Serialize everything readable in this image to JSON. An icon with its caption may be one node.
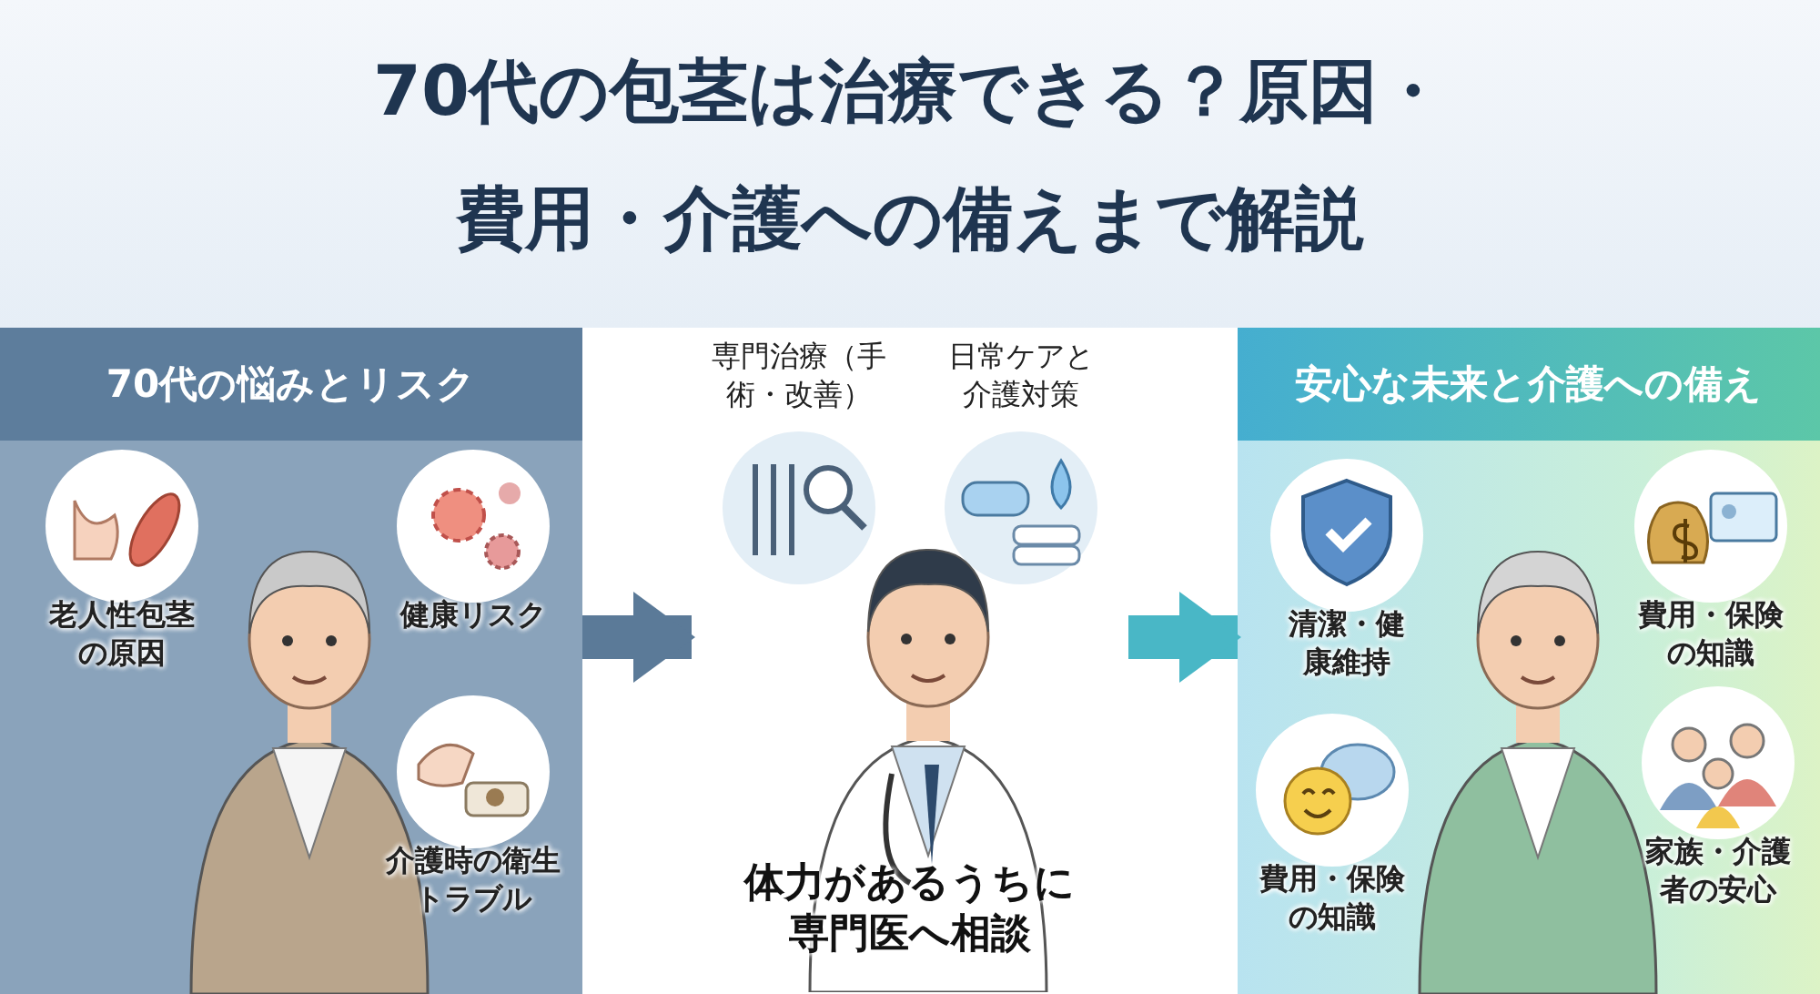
{
  "diagram": {
    "title": "70代の包茎は治療できる？原因・費用・介護への備えまで解説",
    "nodes": [
      {
        "text": [
          "70代の悩みとリスク"
        ]
      },
      {
        "text": [
          "老人性包茎の原因"
        ],
        "in": 0
      },
      {
        "text": [
          "健康リスク"
        ],
        "in": 0
      },
      {
        "text": [
          "介護時の衛生トラブル"
        ],
        "in": 0
      },
      {
        "text": [
          "体力があるうちに専門医へ相談"
        ]
      },
      {
        "text": [
          "専門治療（手術・改善）"
        ],
        "in": 4
      },
      {
        "text": [
          "日常ケアと介護対策"
        ],
        "in": 4
      },
      {
        "text": [
          "安心な未来と介護への備え"
        ]
      },
      {
        "text": [
          "清潔・健康維持"
        ],
        "in": 7
      },
      {
        "text": [
          "費用・保険の知識"
        ],
        "in": 7
      },
      {
        "text": [
          "費用・保険の知識"
        ],
        "in": 7
      },
      {
        "text": [
          "家族・介護者の安心"
        ],
        "in": 7
      }
    ],
    "edges": [
      {
        "from": 0,
        "to": 4,
        "arrow": "to"
      },
      {
        "from": 4,
        "to": 7,
        "arrow": "to"
      }
    ]
  }
}
